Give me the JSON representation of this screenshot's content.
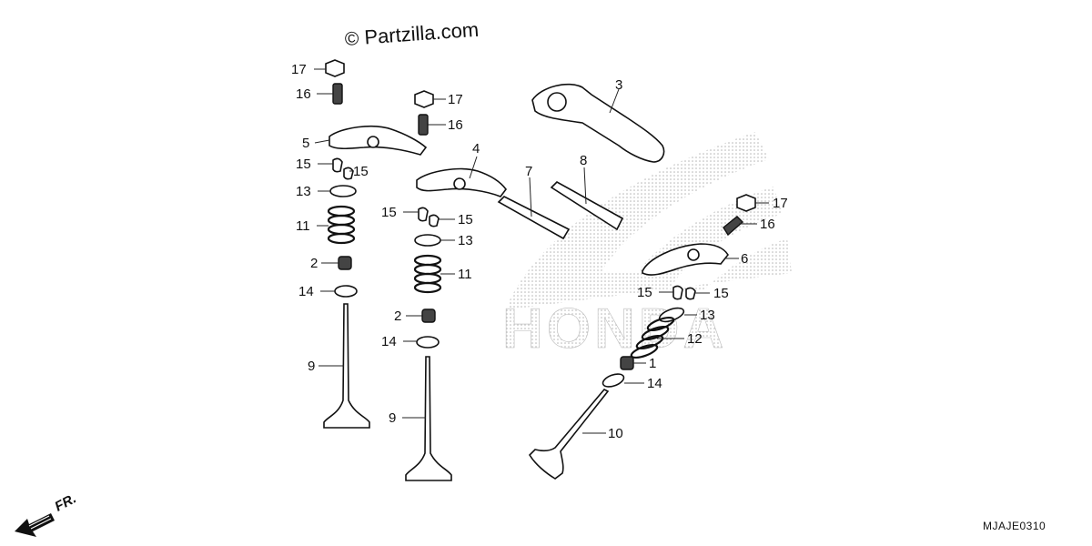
{
  "copyright": {
    "symbol": "©",
    "text": "Partzilla.com"
  },
  "diagram_code": "MJAJE0310",
  "front_indicator": {
    "label": "FR.",
    "icon": "front-direction-arrow-icon"
  },
  "watermark": {
    "text": "HONDA"
  },
  "callouts": {
    "c17a": "17",
    "c16a": "16",
    "c5": "5",
    "c15a": "15",
    "c15b": "15",
    "c13a": "13",
    "c11a": "11",
    "c2a": "2",
    "c14a": "14",
    "c9a": "9",
    "c17b": "17",
    "c16b": "16",
    "c4": "4",
    "c15c": "15",
    "c15d": "15",
    "c13b": "13",
    "c11b": "11",
    "c2b": "2",
    "c14b": "14",
    "c9b": "9",
    "c3": "3",
    "c7": "7",
    "c8": "8",
    "c17c": "17",
    "c16c": "16",
    "c6": "6",
    "c15e": "15",
    "c15f": "15",
    "c13c": "13",
    "c12": "12",
    "c1": "1",
    "c14c": "14",
    "c10": "10"
  }
}
